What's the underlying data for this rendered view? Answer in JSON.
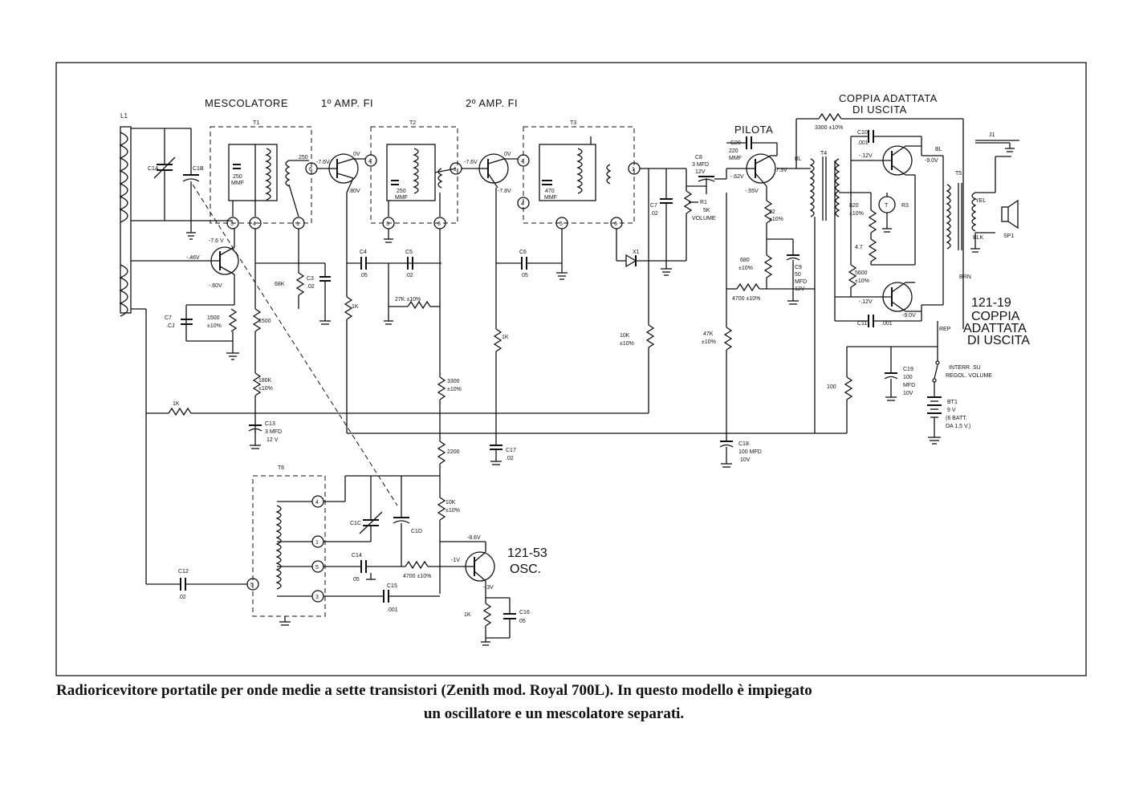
{
  "stages": {
    "mixer": "MESCOLATORE",
    "if1": "1º AMP. FI",
    "if2": "2º AMP. FI",
    "driver": "PILOTA",
    "output_pair_top_1": "COPPIA ADATTATA",
    "output_pair_top_2": "DI USCITA",
    "output_pair_right_num": "121-19",
    "output_pair_right_1": "COPPIA",
    "output_pair_right_2": "ADATTATA",
    "output_pair_right_3": "DI USCITA",
    "osc_num": "121-53",
    "osc": "OSC."
  },
  "refs": {
    "L1": "L1",
    "T1": "T1",
    "T2": "T2",
    "T3": "T3",
    "T4": "T4",
    "T5": "T5",
    "T6": "T6",
    "J1": "J1",
    "SP1": "SP1",
    "R1": "R1",
    "R3": "R3",
    "X1": "X1",
    "BT1": "BT1"
  },
  "components": {
    "C1A": "C1A",
    "C1B": "C1B",
    "C1C": "C1C",
    "C1D": "C1D",
    "c250_1": "250",
    "mmf": "MMF",
    "c250_2": "250",
    "mmf2": "MMF",
    "c470": "470",
    "mmf3": "MMF",
    "C3": "C3",
    "C3v": ".02",
    "R68k": "68K",
    "C4": "C4",
    "C4v": ".05",
    "C5": "C5",
    "C5v": ".02",
    "C6": "C6",
    "C6v": "05",
    "C7a": "C7",
    "C7av": ".02",
    "C7b": "C7",
    "C7bv": ".CJ",
    "R1500a": "1500",
    "R1500a2": "±10%",
    "R1500b": "1500",
    "R1k_a": "1K",
    "R1k_b": "1K",
    "R1k_c": "1K",
    "R1k_d": "1K",
    "R27k": "27K ±10%",
    "R180k": "180K",
    "R180k2": "±10%",
    "R3300": "3300",
    "R3300b": "±10%",
    "R10k": "10K",
    "R10k2": "±10%",
    "R2200": "2200",
    "R10k_osc": "10K",
    "R10k_osc2": "±10%",
    "C13": "C13",
    "C13v1": "3 MFD",
    "C13v2": "12 V",
    "C17": "C17",
    "C17v": ".02",
    "C8": "C8",
    "C8v1": "3 MFD",
    "C8v2": "12V",
    "R1v": "5K",
    "volume": "VOLUME",
    "C20": "C20",
    "C20v1": "220",
    "C20v2": "MMF",
    "R22": "22",
    "R22b": "±10%",
    "R680": "680",
    "R680b": "±10%",
    "C9": "C9",
    "C9v1": "50",
    "C9v2": "MFD",
    "C9v3": "12V",
    "R4700": "4700 ±10%",
    "R47k": "47K",
    "R47k2": "±10%",
    "C18": "C18",
    "C18v1": "100 MFD",
    "C18v2": "10V",
    "R3300_fb": "3300 ±10%",
    "C10": "C10",
    "C10v": ".001",
    "C11": "C11",
    "C11v": ".001",
    "R820": "820",
    "R820b": "±10%",
    "R47": "4.7",
    "R5600": "5600",
    "R5600b": "±10%",
    "R100": "100",
    "C19": "C19",
    "C19v1": "100",
    "C19v2": "MFD",
    "C19v3": "10V",
    "switch1": "INTERR. SU",
    "switch2": "REGOL. VOLUME",
    "bat1": "9 V",
    "bat2": "(6 BATT.",
    "bat3": "DA 1,5 V.)",
    "C12": "C12",
    "C12v": ".02",
    "C14": "C14",
    "C14v": "05",
    "C15": "C15",
    "C15v": ".001",
    "R4700osc": "4700 ±10%",
    "C16": "C16",
    "C16v": "05",
    "yel": "YEL",
    "blk": "BLK",
    "brn": "BRN",
    "rep": "REP",
    "bl": "BL"
  },
  "voltages": {
    "mix_b": "-.46V",
    "mix_c": "-7.6 V",
    "mix_e": "-.60V",
    "if1_b": "-7.6V",
    "if1_c": "0V",
    "if1_e": "-.80V",
    "if2_b": "-7.6V",
    "if2_c": "0V",
    "if2_e": "-7.8V",
    "drv_b": "-.62V",
    "drv_c": "-7.3V",
    "drv_e": "-.55V",
    "out1_b": "-.12V",
    "out1_c": "-9.0V",
    "out2_b": "-.12V",
    "out2_c": "-9.0V",
    "osc_c": "-8.6V",
    "osc_e": "-.3V",
    "osc_b": "-1V"
  },
  "pins": [
    "1",
    "2",
    "3",
    "4",
    "5",
    "6"
  ],
  "caption": {
    "line1": "Radioricevitore portatile per onde medie a sette transistori (Zenith mod. Royal 700L). In questo modello è impiegato",
    "line2": "un oscillatore e un mescolatore separati."
  }
}
